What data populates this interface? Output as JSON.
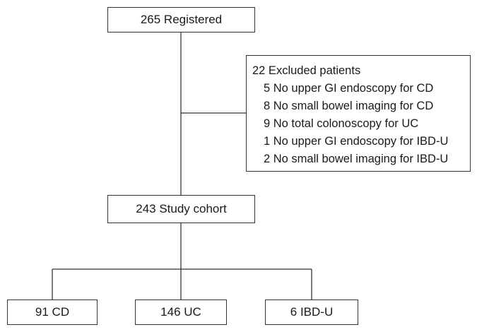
{
  "flowchart": {
    "registered": "265 Registered",
    "excluded": {
      "title": "22 Excluded patients",
      "items": [
        "5 No upper GI endoscopy for CD",
        "8 No small bowel imaging for CD",
        "9 No total colonoscopy for UC",
        "1 No upper GI endoscopy for IBD-U",
        "2 No small bowel imaging for IBD-U"
      ]
    },
    "cohort": "243 Study cohort",
    "outcomes": {
      "cd": "91 CD",
      "uc": "146 UC",
      "ibdu": "6 IBD-U"
    }
  },
  "colors": {
    "line": "#333333",
    "box_border": "#333333",
    "text": "#1a1a1a",
    "background": "#ffffff"
  }
}
